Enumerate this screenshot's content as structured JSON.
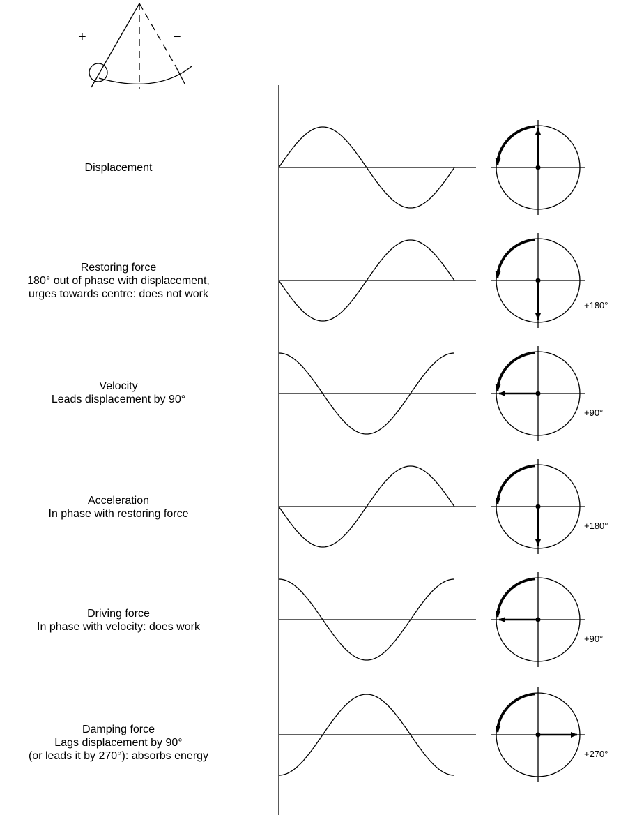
{
  "pendulum": {
    "plus_sign": "+",
    "minus_sign": "−"
  },
  "rows": [
    {
      "title": "Displacement",
      "subtitle": "",
      "subtitle2": "",
      "phase": "",
      "wave_start_deg": 0,
      "phasor_deg": 90
    },
    {
      "title": "Restoring force",
      "subtitle": "180° out of phase with displacement,",
      "subtitle2": "urges towards centre: does not work",
      "phase": "+180°",
      "wave_start_deg": 180,
      "phasor_deg": 270
    },
    {
      "title": "Velocity",
      "subtitle": "Leads displacement by 90°",
      "subtitle2": "",
      "phase": "+90°",
      "wave_start_deg": 90,
      "phasor_deg": 180
    },
    {
      "title": "Acceleration",
      "subtitle": "In phase with restoring force",
      "subtitle2": "",
      "phase": "+180°",
      "wave_start_deg": 180,
      "phasor_deg": 270
    },
    {
      "title": "Driving force",
      "subtitle": "In phase with velocity: does work",
      "subtitle2": "",
      "phase": "+90°",
      "wave_start_deg": 90,
      "phasor_deg": 180
    },
    {
      "title": "Damping force",
      "subtitle": "Lags displacement by 90°",
      "subtitle2": "(or leads it by 270°): absorbs energy",
      "phase": "+270°",
      "wave_start_deg": 270,
      "phasor_deg": 0
    }
  ],
  "colors": {
    "ink": "#000000",
    "background": "#ffffff"
  }
}
